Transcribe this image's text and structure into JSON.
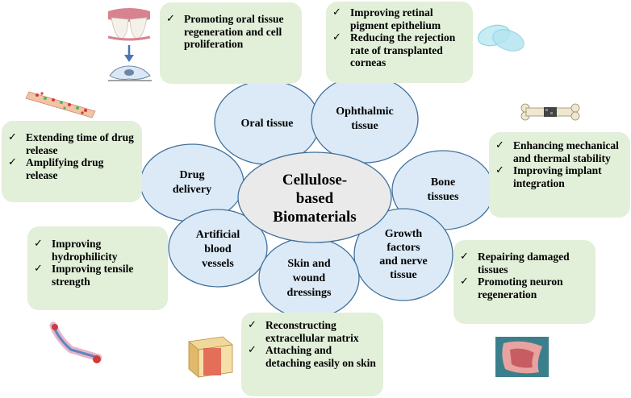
{
  "center": {
    "label": "Cellulose-\nbased\nBiomaterials"
  },
  "nodes": [
    {
      "id": "oral",
      "label": "Oral tissue"
    },
    {
      "id": "ophthalmic",
      "label": "Ophthalmic\ntissue"
    },
    {
      "id": "bone",
      "label": "Bone\ntissues"
    },
    {
      "id": "growth",
      "label": "Growth\nfactors\nand nerve\ntissue"
    },
    {
      "id": "skin",
      "label": "Skin and\nwound\ndressings"
    },
    {
      "id": "vessels",
      "label": "Artificial\nblood\nvessels"
    },
    {
      "id": "drug",
      "label": "Drug\ndelivery"
    }
  ],
  "boxes": {
    "oral": {
      "check": "✓",
      "items": [
        "Promoting oral tissue regeneration and cell proliferation"
      ]
    },
    "ophthalmic": {
      "check": "✓",
      "items": [
        "Improving retinal pigment epithelium",
        "Reducing the rejection rate of transplanted corneas"
      ]
    },
    "bone": {
      "check": "✓",
      "items": [
        "Enhancing mechanical and thermal stability",
        "Improving implant integration"
      ]
    },
    "growth": {
      "check": "✓",
      "items": [
        "Repairing damaged tissues",
        "Promoting neuron regeneration"
      ]
    },
    "skin": {
      "check": "✓",
      "items": [
        "Reconstructing extracellular matrix",
        "Attaching and detaching easily on skin"
      ]
    },
    "vessels": {
      "check": "✓",
      "items": [
        "Improving hydrophilicity",
        "Improving tensile strength"
      ]
    },
    "drug": {
      "check": "✓",
      "items": [
        "Extending time of drug release",
        "Amplifying drug release"
      ]
    }
  },
  "colors": {
    "ellipse_fill": "#dceaf7",
    "ellipse_stroke": "#41719c",
    "center_fill": "#eaeaea",
    "box_fill": "#e2efd9"
  },
  "icons": [
    "teeth-icon",
    "arrow-down-icon",
    "cell-icon",
    "contact-lens-icon",
    "bone-implant-icon",
    "drug-fiber-icon",
    "blood-vessel-icon",
    "wound-dressing-icon",
    "nerve-tissue-icon"
  ]
}
